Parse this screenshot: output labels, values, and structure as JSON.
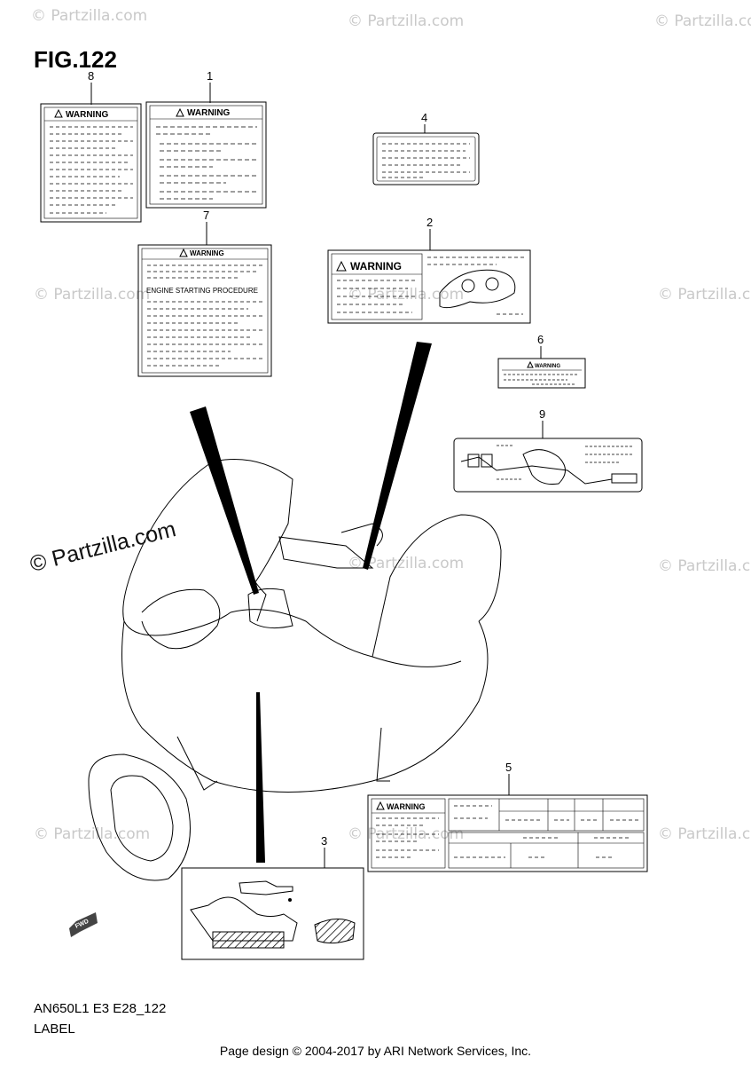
{
  "figure": {
    "title": "FIG.122",
    "model_code": "AN650L1 E3 E28_122",
    "section_name": "LABEL"
  },
  "watermark": {
    "text": "© Partzilla.com",
    "color": "#c9c9c9"
  },
  "labels": {
    "warning_word": "WARNING",
    "engine_start": "ENGINE STARTING PROCEDURE",
    "fwd": "FWD"
  },
  "callouts": [
    "1",
    "2",
    "3",
    "4",
    "5",
    "6",
    "7",
    "8",
    "9"
  ],
  "footer": {
    "copyright": "Page design © 2004-2017 by ARI Network Services, Inc."
  }
}
